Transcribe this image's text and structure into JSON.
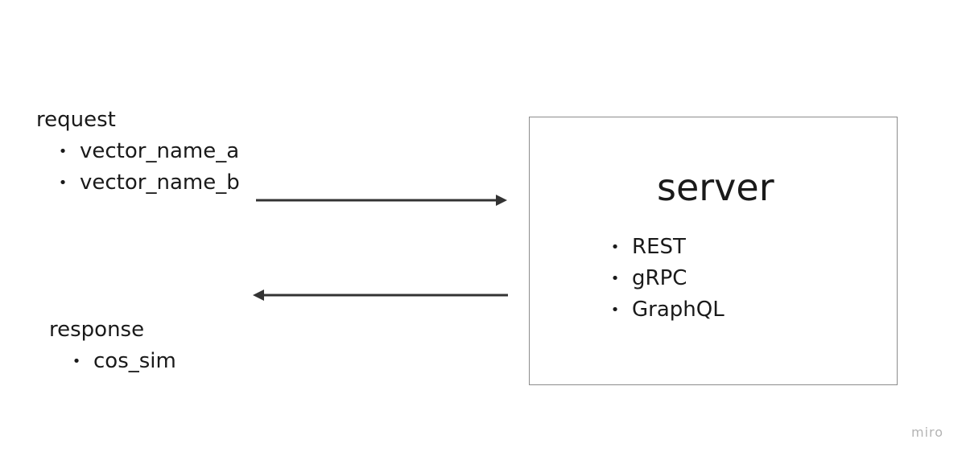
{
  "request": {
    "title": "request",
    "items": [
      "vector_name_a",
      "vector_name_b"
    ]
  },
  "response": {
    "title": "response",
    "items": [
      "cos_sim"
    ]
  },
  "server": {
    "title": "server",
    "items": [
      "REST",
      "gRPC",
      "GraphQL"
    ]
  },
  "bullet_glyph": "•",
  "watermark": "miro",
  "colors": {
    "text": "#1a1a1a",
    "arrow": "#333333",
    "box_border": "#8c8c8c",
    "watermark": "#b4b4b4"
  }
}
